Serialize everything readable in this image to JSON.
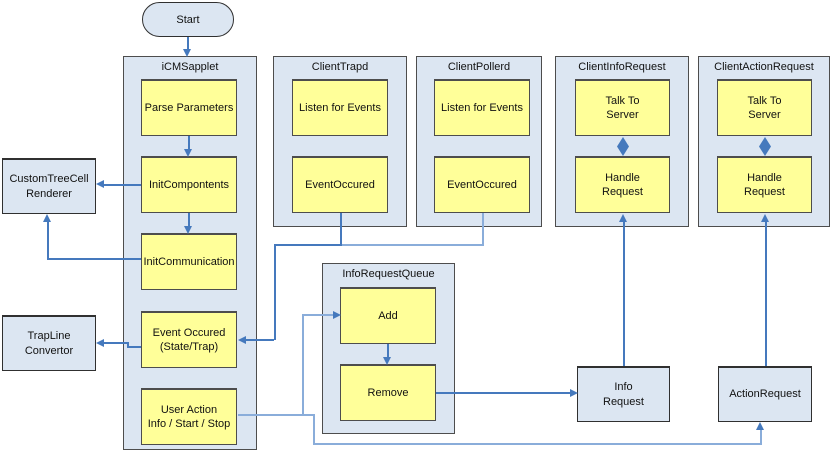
{
  "colors": {
    "group_fill": "#dce6f2",
    "node_fill": "#dce6f2",
    "task_fill": "#ffff99",
    "line_dark": "#4579bd",
    "line_light": "#8aadda",
    "border_dark": "#4d4d4d",
    "border_darker": "#303030"
  },
  "start": {
    "label": "Start"
  },
  "containers": {
    "icmsapplet": {
      "title": "iCMSapplet",
      "tasks": {
        "parse_parameters": "Parse Parameters",
        "init_compontents": "InitCompontents",
        "init_communication": "InitCommunication",
        "event_occured": "Event Occured\n(State/Trap)",
        "user_action": "User Action\nInfo / Start / Stop"
      }
    },
    "client_trapd": {
      "title": "ClientTrapd",
      "tasks": {
        "listen_for_events": "Listen for Events",
        "event_occured": "EventOccured"
      }
    },
    "client_pollerd": {
      "title": "ClientPollerd",
      "tasks": {
        "listen_for_events": "Listen for Events",
        "event_occured": "EventOccured"
      }
    },
    "client_info_request": {
      "title": "ClientInfoRequest",
      "tasks": {
        "talk_to_server": "Talk To\nServer",
        "handle_request": "Handle\nRequest"
      }
    },
    "client_action_request": {
      "title": "ClientActionRequest",
      "tasks": {
        "talk_to_server": "Talk To\nServer",
        "handle_request": "Handle\nRequest"
      }
    },
    "info_request_queue": {
      "title": "InfoRequestQueue",
      "tasks": {
        "add": "Add",
        "remove": "Remove"
      }
    }
  },
  "nodes": {
    "custom_tree_cell_renderer": {
      "label": "CustomTreeCell\nRenderer"
    },
    "trapline_convertor": {
      "label": "TrapLine\nConvertor"
    },
    "info_request": {
      "label": "Info\nRequest"
    },
    "action_request": {
      "label": "ActionRequest"
    }
  }
}
